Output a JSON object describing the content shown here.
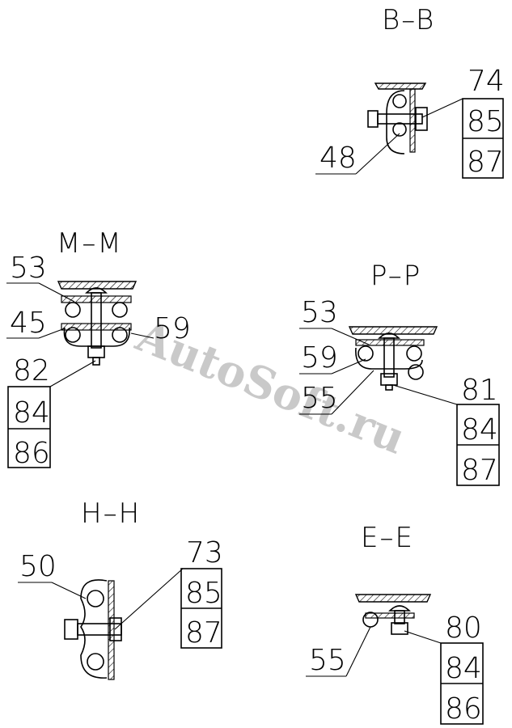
{
  "watermark": "AutoSoft.ru",
  "sections": [
    {
      "title": "B–B",
      "callouts": [
        {
          "side": "left",
          "number": "48"
        },
        {
          "side": "right",
          "numbers": [
            "74",
            "85",
            "87"
          ]
        }
      ]
    },
    {
      "title": "M–M",
      "callouts": [
        {
          "side": "left",
          "number": "53"
        },
        {
          "side": "left",
          "number": "45"
        },
        {
          "side": "right",
          "number": "59"
        },
        {
          "side": "left",
          "numbers": [
            "82",
            "84",
            "86"
          ]
        }
      ]
    },
    {
      "title": "P–P",
      "callouts": [
        {
          "side": "left",
          "number": "53"
        },
        {
          "side": "left",
          "number": "59"
        },
        {
          "side": "left",
          "number": "55"
        },
        {
          "side": "right",
          "numbers": [
            "81",
            "84",
            "87"
          ]
        }
      ]
    },
    {
      "title": "H–H",
      "callouts": [
        {
          "side": "left",
          "number": "50"
        },
        {
          "side": "right",
          "numbers": [
            "73",
            "85",
            "87"
          ]
        }
      ]
    },
    {
      "title": "E–E",
      "callouts": [
        {
          "side": "left",
          "number": "55"
        },
        {
          "side": "right",
          "numbers": [
            "80",
            "84",
            "86"
          ]
        }
      ]
    }
  ]
}
